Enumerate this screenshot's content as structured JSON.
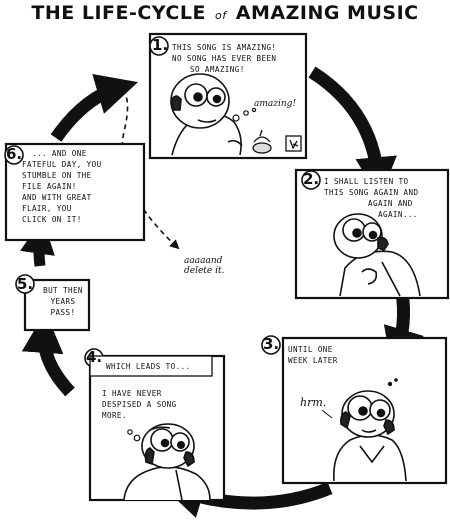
{
  "title": {
    "part1": "THE LIFE-CYCLE",
    "of": "of",
    "part2": "AMAZING MUSIC"
  },
  "panels": [
    {
      "number": "1.",
      "caption": [
        "THIS SONG IS AMAZING!",
        "NO SONG HAS EVER BEEN",
        "SO AMAZING!"
      ],
      "thought": "amazing!"
    },
    {
      "number": "2.",
      "caption": [
        "I SHALL LISTEN TO",
        "THIS SONG AGAIN AND",
        "AGAIN AND",
        "AGAIN..."
      ]
    },
    {
      "number": "3.",
      "caption": [
        "UNTIL ONE",
        "WEEK LATER"
      ],
      "speech": "hrm."
    },
    {
      "number": "4.",
      "caption": [
        "WHICH LEADS TO..."
      ],
      "text": [
        "I HAVE NEVER",
        "DESPISED A SONG",
        "MORE."
      ]
    },
    {
      "number": "5.",
      "caption": [
        "BUT THEN",
        "YEARS",
        "PASS!"
      ]
    },
    {
      "number": "6.",
      "caption": [
        "... AND ONE",
        "FATEFUL DAY, YOU",
        "STUMBLE ON THE",
        "FILE AGAIN!",
        "AND WITH GREAT",
        "FLAIR, YOU",
        "CLICK ON IT!"
      ]
    }
  ],
  "center_note": [
    "aaaaand",
    "delete it."
  ],
  "colors": {
    "ink": "#111111",
    "paper": "#ffffff",
    "skin": "#eeeeee"
  }
}
